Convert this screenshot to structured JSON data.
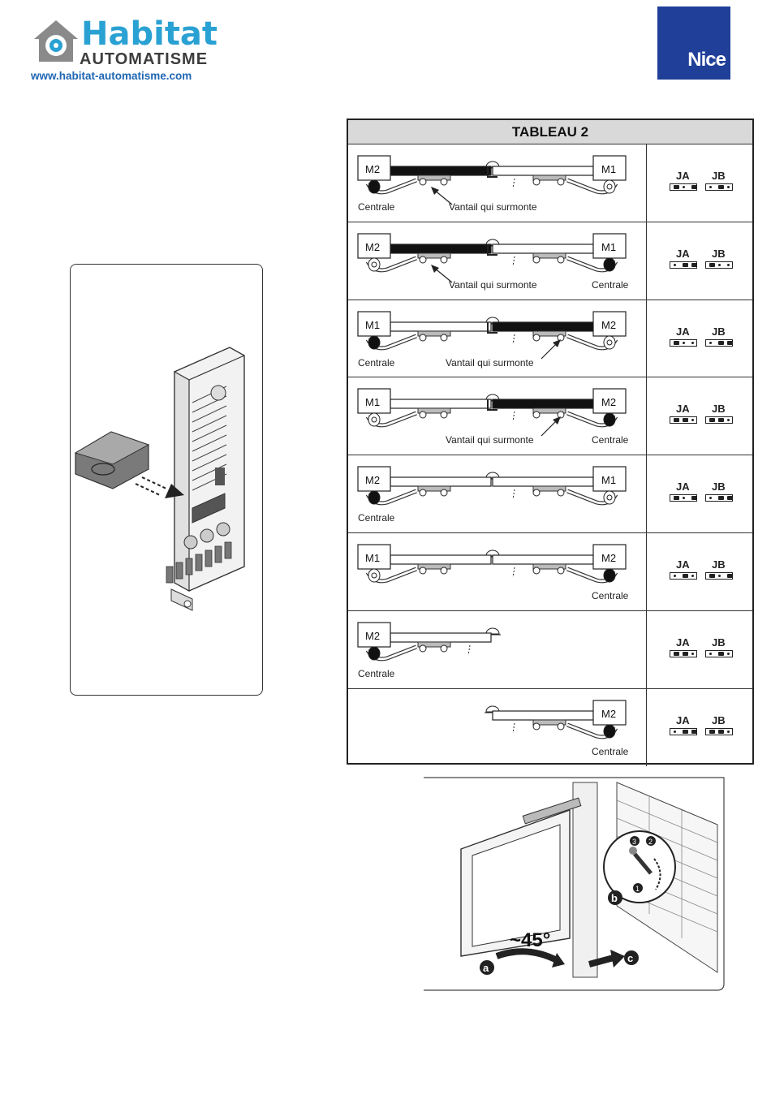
{
  "logo": {
    "title": "Habitat",
    "subtitle": "AUTOMATISME",
    "url": "www.habitat-automatisme.com"
  },
  "brand": {
    "name": "Nice",
    "color": "#1f3f99"
  },
  "table": {
    "title": "TABLEAU 2",
    "rows": [
      {
        "left_motor": "M2",
        "right_motor": "M1",
        "labels": [
          "Centrale",
          "Vantail qui surmonte"
        ],
        "jumper_a": "JA",
        "jumper_b": "JB"
      },
      {
        "left_motor": "M2",
        "right_motor": "M1",
        "labels": [
          "Vantail qui surmonte",
          "Centrale"
        ],
        "jumper_a": "JA",
        "jumper_b": "JB"
      },
      {
        "left_motor": "M1",
        "right_motor": "M2",
        "labels": [
          "Centrale",
          "Vantail qui surmonte"
        ],
        "jumper_a": "JA",
        "jumper_b": "JB"
      },
      {
        "left_motor": "M1",
        "right_motor": "M2",
        "labels": [
          "Vantail qui surmonte",
          "Centrale"
        ],
        "jumper_a": "JA",
        "jumper_b": "JB"
      },
      {
        "left_motor": "M2",
        "right_motor": "M1",
        "labels": [
          "Centrale"
        ],
        "jumper_a": "JA",
        "jumper_b": "JB"
      },
      {
        "left_motor": "M1",
        "right_motor": "M2",
        "labels": [
          "Centrale"
        ],
        "jumper_a": "JA",
        "jumper_b": "JB"
      },
      {
        "left_motor": "M2",
        "right_motor": "",
        "labels": [
          "Centrale"
        ],
        "jumper_a": "JA",
        "jumper_b": "JB"
      },
      {
        "left_motor": "",
        "right_motor": "M2",
        "labels": [
          "Centrale"
        ],
        "jumper_a": "JA",
        "jumper_b": "JB"
      }
    ]
  },
  "figure_gate": {
    "angle_label": "~45°",
    "markers": [
      "a",
      "b",
      "c",
      "1",
      "2",
      "3"
    ]
  }
}
